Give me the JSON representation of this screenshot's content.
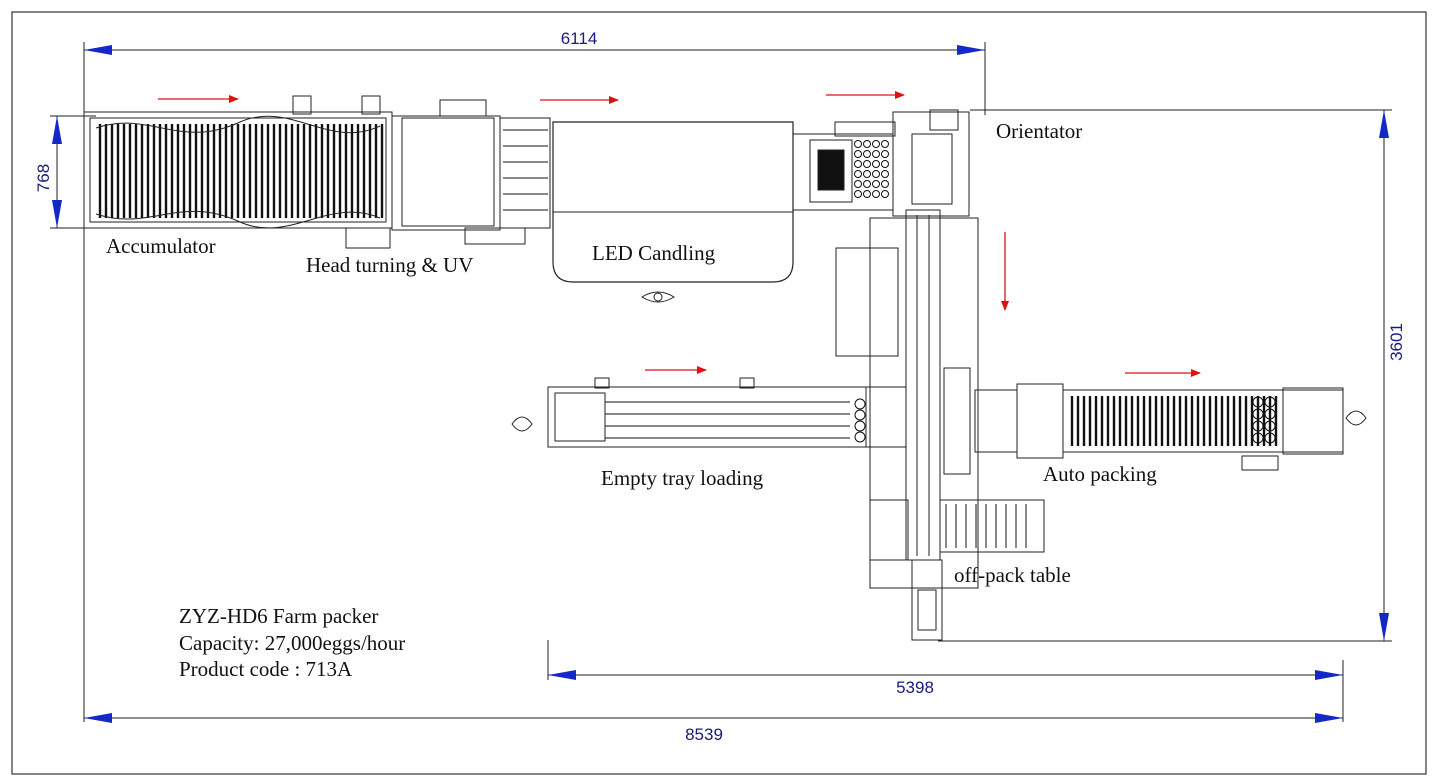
{
  "labels": {
    "accumulator": "Accumulator",
    "head_turning": "Head turning & UV",
    "led_candling": "LED Candling",
    "orientator": "Orientator",
    "empty_tray": "Empty tray loading",
    "auto_packing": "Auto packing",
    "offpack": "off-pack table"
  },
  "dimensions": {
    "top_width": "6114",
    "left_height": "768",
    "right_height": "3601",
    "lower_width": "5398",
    "total_width": "8539"
  },
  "info": {
    "model": "ZYZ-HD6 Farm packer",
    "capacity": "Capacity: 27,000eggs/hour",
    "code": "Product code : 713A"
  },
  "colors": {
    "flow_arrow": "#e01010",
    "dimension_arrow": "#1428c8",
    "line": "#222222"
  }
}
